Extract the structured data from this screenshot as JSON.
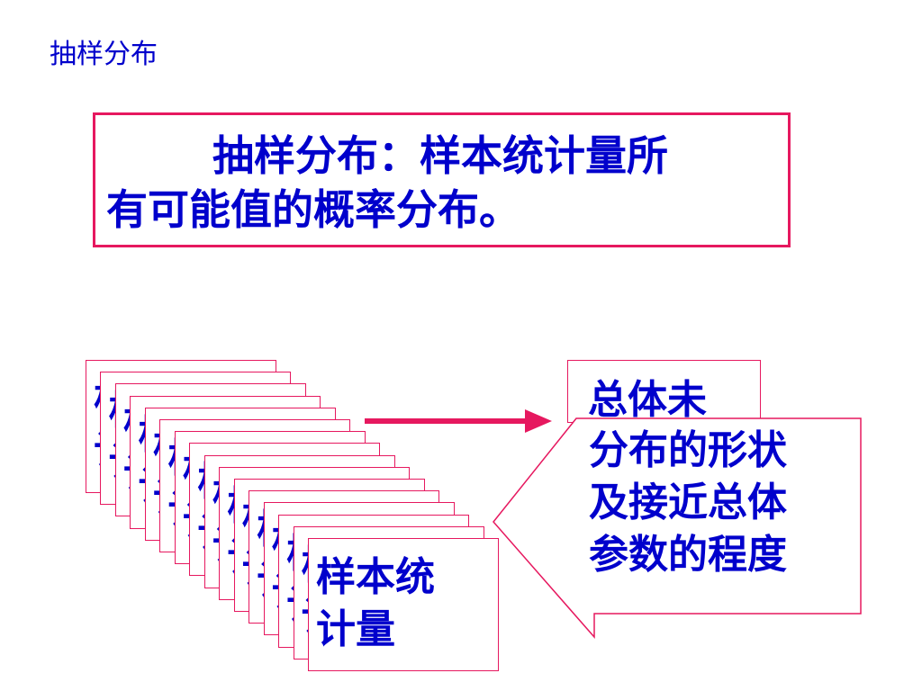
{
  "slide_title": "抽样分布",
  "definition": {
    "line1": "抽样分布：样本统计量所",
    "line2": "有可能值的概率分布。"
  },
  "card_stack": {
    "label": "样本统\n计量"
  },
  "population_box": {
    "label": "总体未"
  },
  "callout": {
    "text": "分布的形状\n及接近总体\n参数的程度"
  },
  "colors": {
    "text_blue": "#0000cc",
    "border_pink": "#e6185f"
  }
}
